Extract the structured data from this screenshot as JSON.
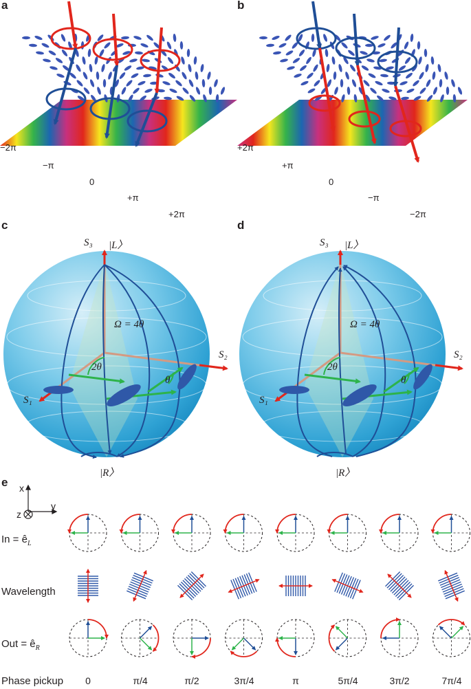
{
  "panels": {
    "a": {
      "label": "a",
      "ticks": [
        "−2π",
        "−π",
        "0",
        "+π",
        "+2π"
      ]
    },
    "b": {
      "label": "b",
      "ticks": [
        "+2π",
        "+π",
        "0",
        "−π",
        "−2π"
      ]
    },
    "c": {
      "label": "c",
      "s3": "S₃",
      "ket_L": "|L〉",
      "ket_R": "|R〉",
      "s2": "S₂",
      "s1": "S₁",
      "omega": "Ω = 4θ",
      "two_theta": "2θ",
      "theta": "θ"
    },
    "d": {
      "label": "d",
      "s3": "S₃",
      "ket_L": "|L〉",
      "ket_R": "|R〉",
      "s2": "S₂",
      "s1": "S₁",
      "omega": "Ω = 4θ",
      "two_theta": "2θ",
      "theta": "θ"
    },
    "e": {
      "label": "e",
      "axes": {
        "x": "x",
        "y": "y",
        "z": "z"
      },
      "rows": {
        "in": "In = ê",
        "in_sub": "L",
        "wavelength": "Wavelength",
        "out": "Out = ê",
        "out_sub": "R",
        "phase": "Phase pickup"
      },
      "phase_values": [
        "0",
        "π/4",
        "π/2",
        "3π/4",
        "π",
        "5π/4",
        "3π/2",
        "7π/4"
      ]
    }
  },
  "colors": {
    "red": "#e1261c",
    "blue": "#1f4e96",
    "green": "#2db34a",
    "sphere": "#5fbfe3"
  }
}
